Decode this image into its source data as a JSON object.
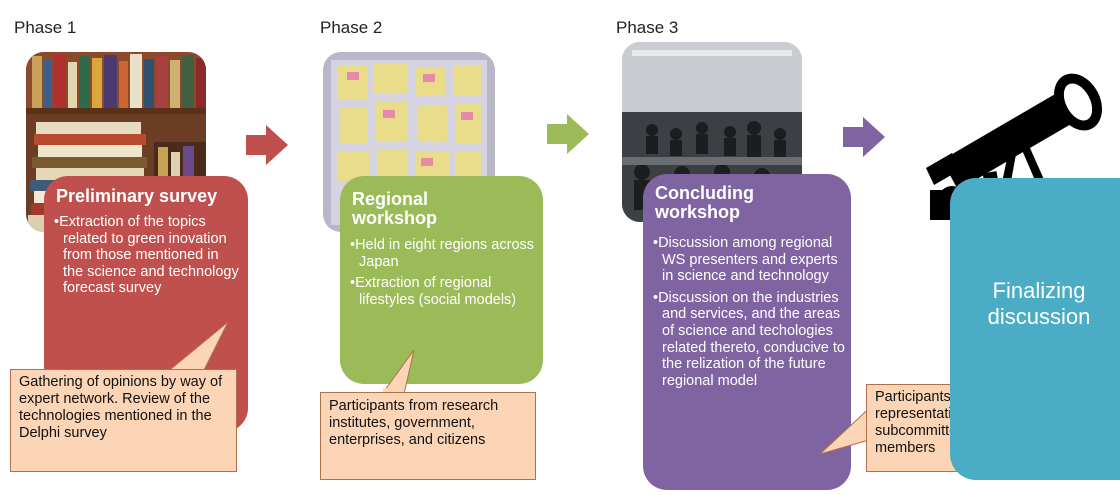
{
  "phases": [
    {
      "label": "Phase 1",
      "title": "Preliminary survey",
      "bullets": [
        "Extraction of the topics related to green inovation from those mentioned in the science and technology forecast survey"
      ],
      "callout": "Gathering of opinions by way of expert network. Review of the technologies mentioned in the Delphi survey",
      "color": "#c0504d"
    },
    {
      "label": "Phase 2",
      "title": "Regional workshop",
      "bullets": [
        "Held in eight regions across Japan",
        "Extraction of regional lifestyles (social models)"
      ],
      "callout": "Participants from research institutes, government, enterprises, and citizens",
      "color": "#9bbb59"
    },
    {
      "label": "Phase 3",
      "title": "Concluding workshop",
      "bullets": [
        "Discussion among regional WS presenters and experts in science and technology",
        "Discussion on the industries and services, and the areas of science and techologies related thereto, conducive to the relization of the future regional model"
      ],
      "callout": "Participants: regional representatives, Delphi subcommittee members",
      "color": "#8064a2"
    }
  ],
  "final": {
    "title": "Finalizing discussion",
    "color": "#4bacc6"
  },
  "colors": {
    "arrow1": "#c0504d",
    "arrow2": "#9bbb59",
    "arrow3": "#8064a2",
    "callout_fill": "#fbd5b5"
  },
  "icons": {
    "photo1": "books-photo-icon",
    "photo2": "sticky-notes-board-photo-icon",
    "photo3": "workshop-meeting-photo-icon",
    "final": "telescope-icon"
  }
}
